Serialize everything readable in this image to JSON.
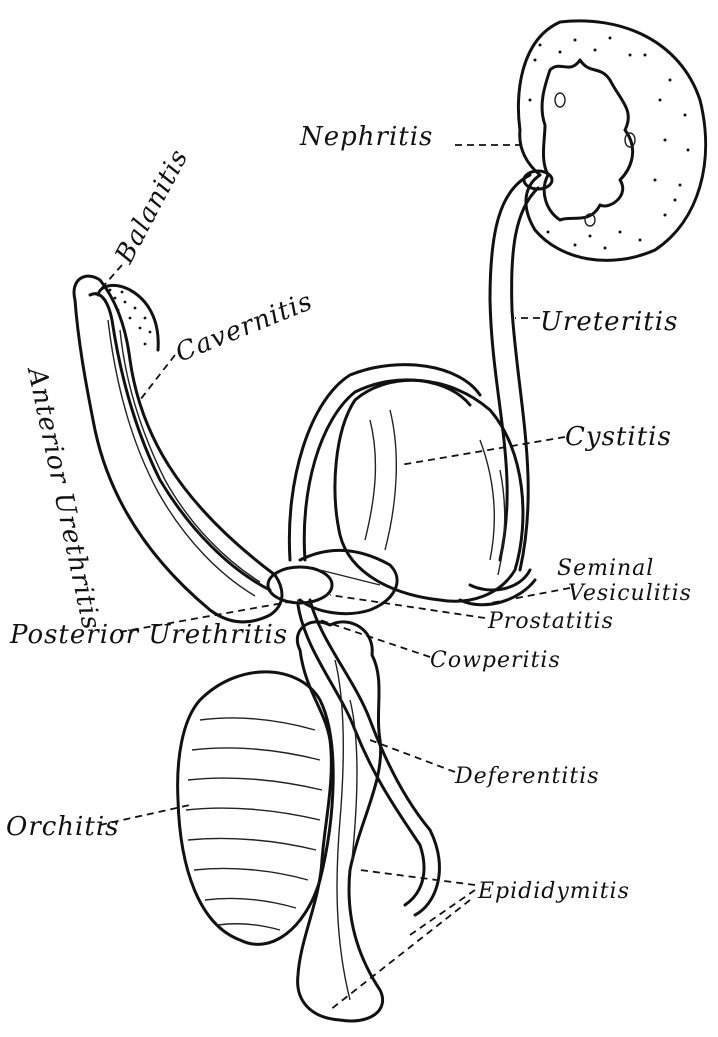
{
  "labels": {
    "nephritis": "Nephritis",
    "balanitis": "Balanitis",
    "cavernitis": "Cavernitis",
    "ureteritis": "Ureteritis",
    "anterior_urethritis": "Anterior Urethritis",
    "cystitis": "Cystitis",
    "seminal": "Seminal",
    "vesiculitis": "Vesiculitis",
    "posterior_urethritis": "Posterior Urethritis",
    "prostatitis": "Prostatitis",
    "cowperitis": "Cowperitis",
    "deferentitis": "Deferentitis",
    "orchitis": "Orchitis",
    "epididymitis": "Epididymitis"
  },
  "colors": {
    "ink": "#111111",
    "background": "#ffffff"
  }
}
